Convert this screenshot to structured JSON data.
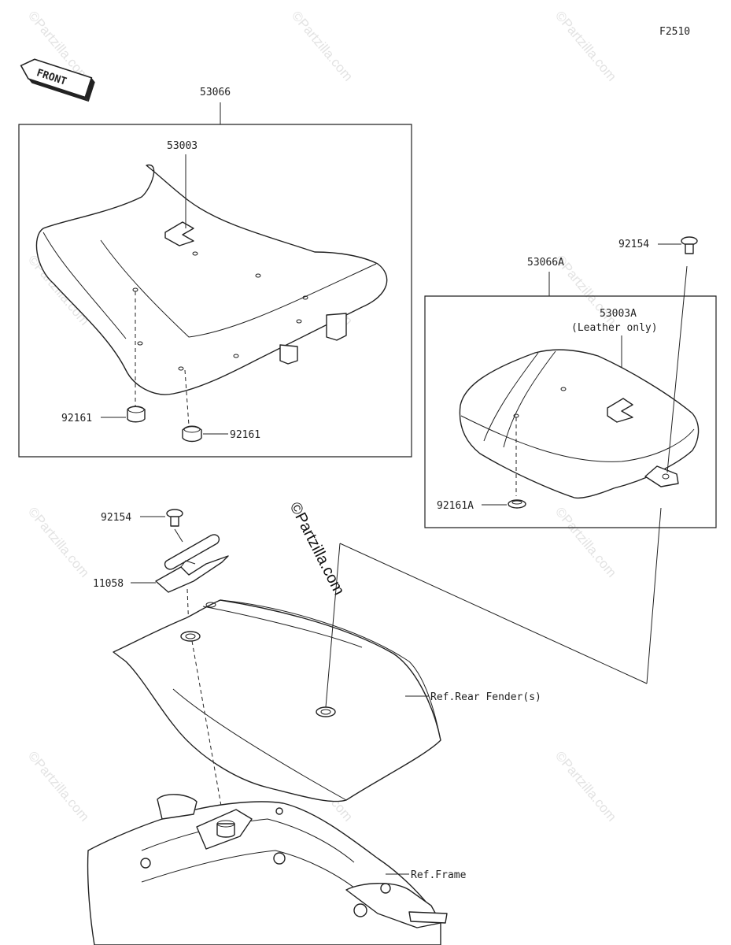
{
  "figure_code": "F2510",
  "front_label": "FRONT",
  "watermark": "©Partzilla.com",
  "center_watermark": "©Partzilla.com",
  "parts": {
    "seat_assembly": "53066",
    "seat_cover": "53003",
    "damper_left": "92161",
    "damper_right": "92161",
    "rear_seat_assembly": "53066A",
    "rear_seat_cover": "53003A",
    "rear_seat_note": "(Leather only)",
    "rear_bolt": "92154",
    "rear_damper": "92161A",
    "hinge_bolt": "92154",
    "hinge": "11058",
    "ref_rear_fender": "Ref.Rear Fender(s)",
    "ref_frame": "Ref.Frame"
  }
}
